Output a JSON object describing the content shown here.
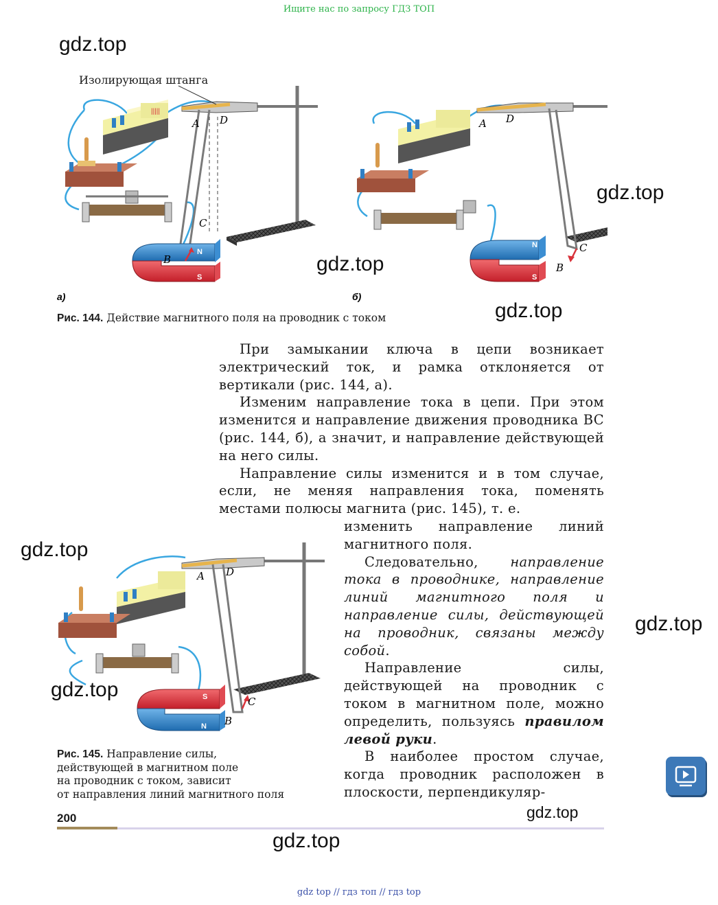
{
  "banner_top": "Ищите нас по запросу ГДЗ ТОП",
  "watermark": "gdz.top",
  "fig144": {
    "label_top": "Изолирующая штанга",
    "sub_a": "а)",
    "sub_b": "б)",
    "points": {
      "A": "A",
      "B": "B",
      "C": "C",
      "D": "D"
    },
    "poles": {
      "N": "N",
      "S": "S"
    },
    "caption_num": "Рис. 144.",
    "caption_text": "Действие магнитного поля на проводник с током"
  },
  "text": {
    "p1": "При замыкании ключа в цепи возникает электрический ток, и рамка отклоняется от вертикали (рис. 144, а).",
    "p2": "Изменим направление тока в цепи. При этом изменится и направление движения проводника BC (рис. 144, б), а значит, и направление действующей на него силы.",
    "p3a": "Направление силы изменится и в том случае, если, не меняя направления тока, поменять местами полюсы магнита (рис. 145), т. е.",
    "p3b": "изменить направление линий магнитного поля.",
    "p4_lead": "Следовательно,",
    "p4_italic": "направление тока в проводнике, направление линий магнитного поля и направление силы, действующей на проводник, связаны между собой",
    "p5_start": "Направление силы, действующей на проводник с током в магнитном поле, можно определить, пользуясь",
    "p5_bold": "правилом левой руки",
    "p6": "В наиболее простом случае, когда проводник расположен в плоскости, перпендикуляр-"
  },
  "fig145": {
    "caption_num": "Рис. 145.",
    "caption_lines": [
      "Направление силы,",
      "действующей в магнитном поле",
      "на проводник с током, зависит",
      "от направления линий магнитного поля"
    ]
  },
  "page_number": "200",
  "banner_bottom": "gdz top  //  гдз топ  //  гдз top",
  "colors": {
    "banner_green": "#2db34a",
    "magnet_red": "#d8323a",
    "magnet_blue": "#2f7fc4",
    "wire_blue": "#39a6e0",
    "video_button": "#3d79b8"
  }
}
